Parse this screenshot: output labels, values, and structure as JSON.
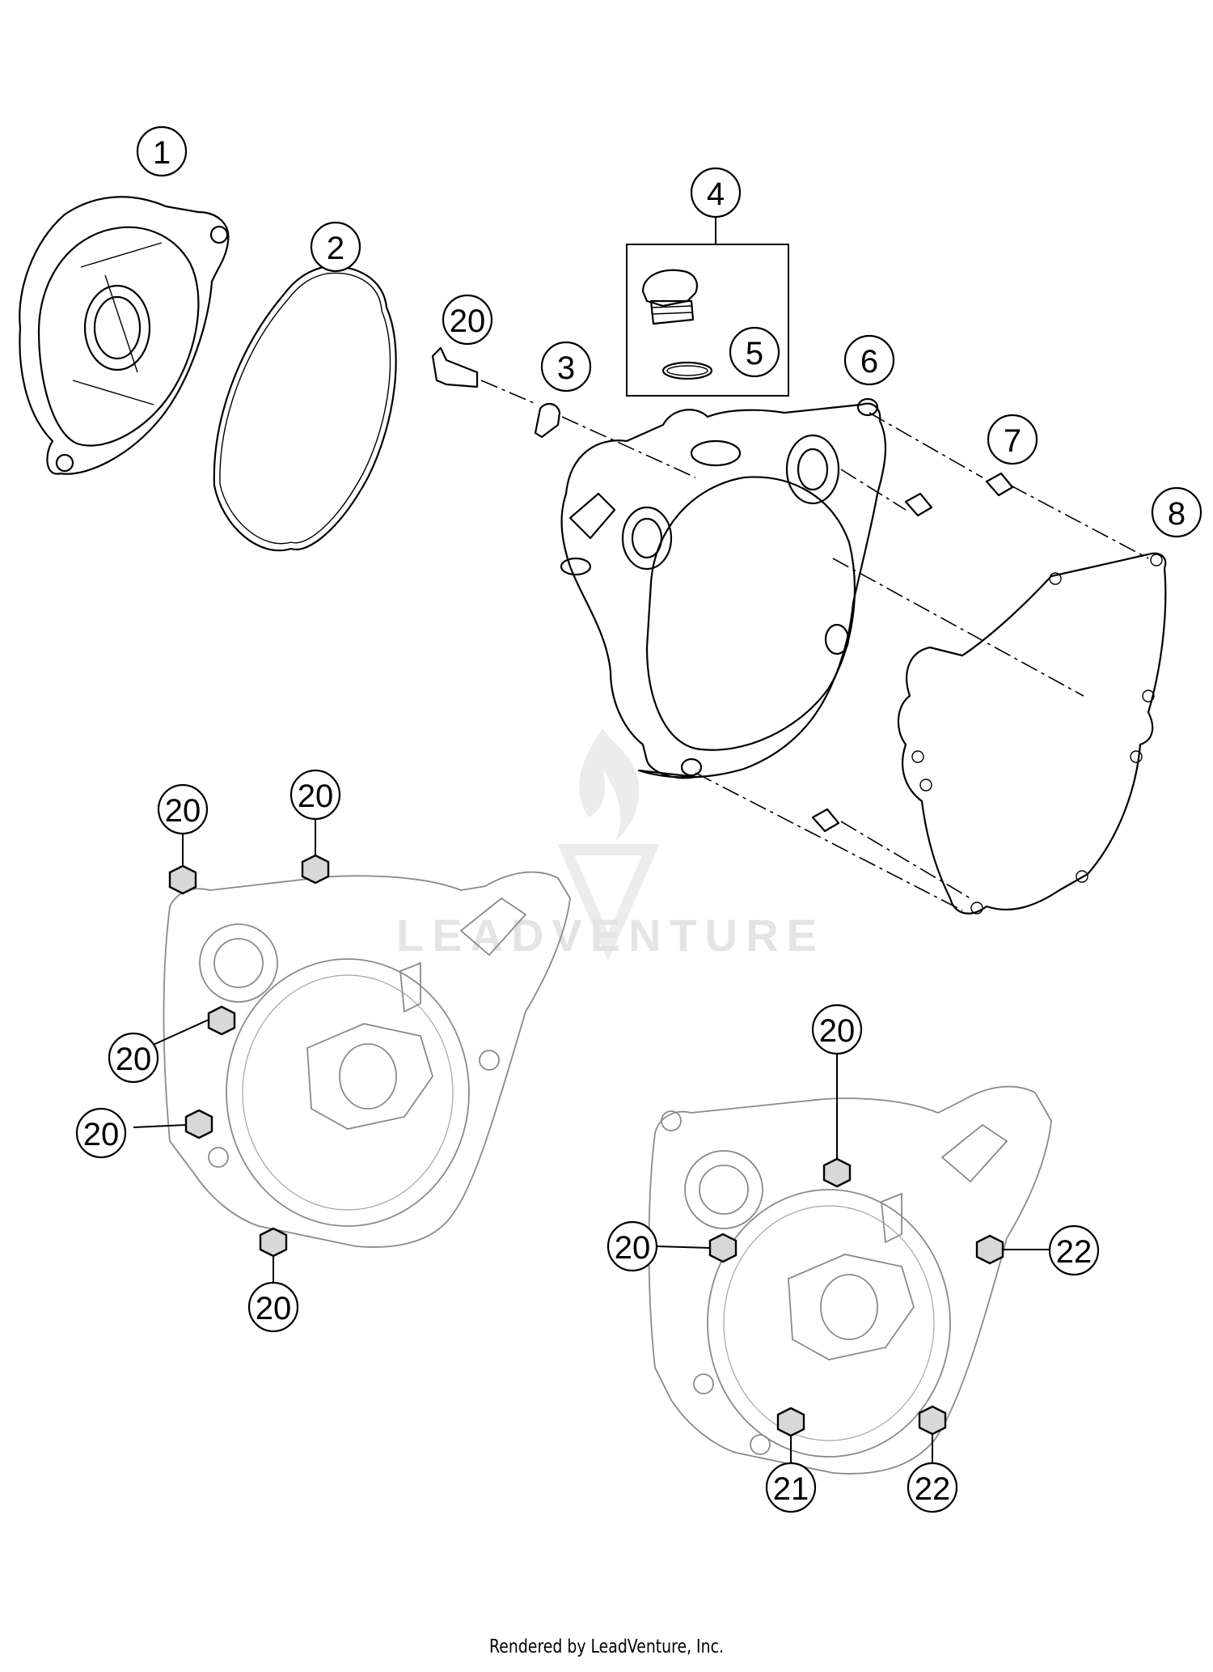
{
  "callouts": {
    "c1": "1",
    "c2": "2",
    "c3": "3",
    "c4": "4",
    "c5": "5",
    "c6": "6",
    "c7": "7",
    "c8": "8",
    "c20a": "20",
    "c20b": "20",
    "c20c": "20",
    "c20d": "20",
    "c20e": "20",
    "c20f": "20",
    "c20g": "20",
    "c20h": "20",
    "c21": "21",
    "c22a": "22",
    "c22b": "22"
  },
  "watermark": {
    "brand": "LEADVENTURE"
  },
  "footer": {
    "credit": "Rendered by LeadVenture, Inc."
  }
}
